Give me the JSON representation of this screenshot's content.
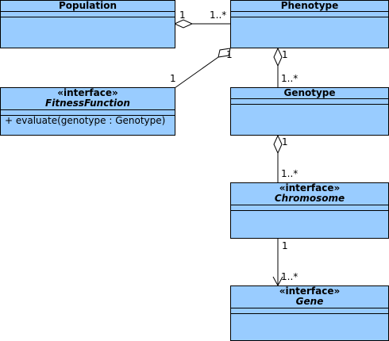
{
  "colors": {
    "class_fill": "#99ccff",
    "line": "#000000",
    "background": "#ffffff"
  },
  "classes": {
    "population": {
      "stereotype": "",
      "name": "Population",
      "operations": []
    },
    "phenotype": {
      "stereotype": "",
      "name": "Phenotype",
      "operations": []
    },
    "fitness_function": {
      "stereotype": "«interface»",
      "name": "FitnessFunction",
      "operations": [
        "+ evaluate(genotype : Genotype)"
      ]
    },
    "genotype": {
      "stereotype": "",
      "name": "Genotype",
      "operations": []
    },
    "chromosome": {
      "stereotype": "«interface»",
      "name": "Chromosome",
      "operations": []
    },
    "gene": {
      "stereotype": "«interface»",
      "name": "Gene",
      "operations": []
    }
  },
  "associations": {
    "population_phenotype": {
      "type": "aggregation",
      "source_mult": "1",
      "target_mult": "1..*"
    },
    "phenotype_fitness": {
      "type": "aggregation",
      "source_mult": "1",
      "target_mult": "1"
    },
    "phenotype_genotype": {
      "type": "aggregation",
      "source_mult": "1",
      "target_mult": "1..*"
    },
    "genotype_chromosome": {
      "type": "aggregation",
      "source_mult": "1",
      "target_mult": "1..*"
    },
    "chromosome_gene": {
      "type": "navigable",
      "source_mult": "1",
      "target_mult": "1..*"
    }
  }
}
